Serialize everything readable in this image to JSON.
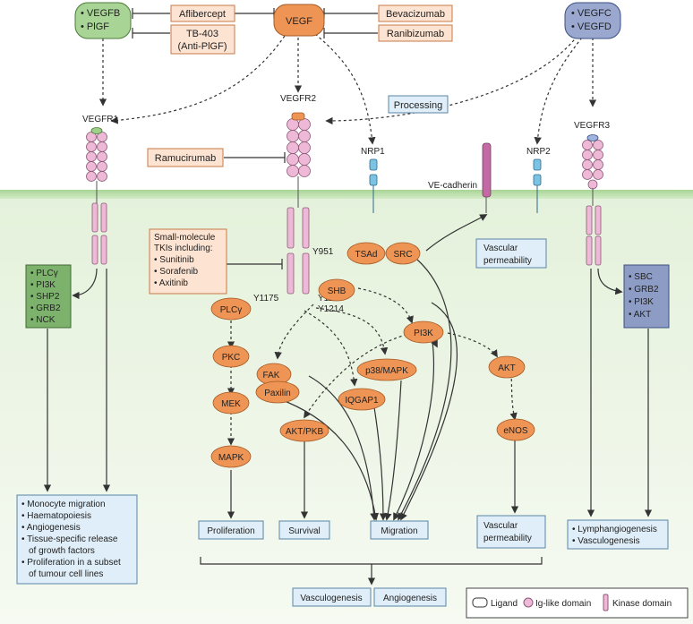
{
  "ligands": {
    "vegf_bp": [
      "VEGFB",
      "PlGF"
    ],
    "vegf": "VEGF",
    "vegf_cd": [
      "VEGFC",
      "VEGFD"
    ]
  },
  "drugs": {
    "aflibercept": "Aflibercept",
    "tb403": [
      "TB-403",
      "(Anti-PlGF)"
    ],
    "bevacizumab": "Bevacizumab",
    "ranibizumab": "Ranibizumab",
    "ramucirumab": "Ramucirumab",
    "tki_title": [
      "Small-molecule",
      "TKIs including:"
    ],
    "tki_items": [
      "Sunitinib",
      "Sorafenib",
      "Axitinib"
    ]
  },
  "processing": "Processing",
  "receptors": {
    "vegfr1": "VEGFR1",
    "vegfr2": "VEGFR2",
    "vegfr3": "VEGFR3",
    "nrp1": "NRP1",
    "nrp2": "NRP2",
    "ve_cadherin": "VE-cadherin"
  },
  "sites": {
    "y951": "Y951",
    "y1175_left": "Y1175",
    "y1175_right": "Y1175",
    "y1214": "Y1214"
  },
  "vegfr1_signals": [
    "PLCγ",
    "PI3K",
    "SHP2",
    "GRB2",
    "NCK"
  ],
  "vegfr3_signals": [
    "SBC",
    "GRB2",
    "PI3K",
    "AKT"
  ],
  "nodes": {
    "tsad": "TSAd",
    "src": "SRC",
    "shb": "SHB",
    "plcg": "PLCγ",
    "pi3k": "PI3K",
    "pkc": "PKC",
    "fak": "FAK",
    "paxilin": "Paxilin",
    "p38": "p38/MAPK",
    "akt": "AKT",
    "mek": "MEK",
    "iqgap1": "IQGAP1",
    "akt_pkb": "AKT/PKB",
    "enos": "eNOS",
    "mapk": "MAPK"
  },
  "outcomes": {
    "vascular_permeability_top": [
      "Vascular",
      "permeability"
    ],
    "proliferation": "Proliferation",
    "survival": "Survival",
    "migration": "Migration",
    "vascular_permeability": [
      "Vascular",
      "permeability"
    ],
    "vegfr1_effects": [
      "Monocyte migration",
      "Haematopoiesis",
      "Angiogenesis",
      "Tissue-specific release",
      "of growth factors",
      "Proliferation in a subset",
      "of tumour cell lines"
    ],
    "vegfr3_effects": [
      "Lymphangiogenesis",
      "Vasculogenesis"
    ],
    "vasculogenesis": "Vasculogenesis",
    "angiogenesis": "Angiogenesis"
  },
  "legend": {
    "ligand": "Ligand",
    "ig": "Ig-like domain",
    "kinase": "Kinase domain"
  },
  "colors": {
    "orange": "#ee9556",
    "peach_box": "#fde3d1",
    "blue_box": "#dfeef8",
    "pink": "#edb9d6",
    "green_box": "#7db26d",
    "vegfr3_box": "#8c9cc5",
    "membrane": "#b9dca8",
    "cytoplasm": "#eef6e8"
  }
}
